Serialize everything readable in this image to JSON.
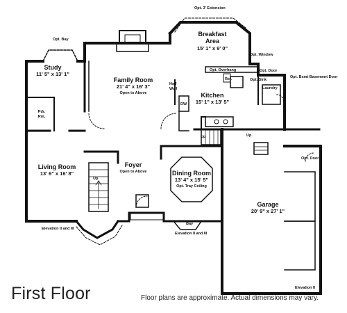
{
  "floor_title": "First Floor",
  "disclaimer": "Floor plans are approximate. Actual dimensions may vary.",
  "rooms": {
    "study": {
      "name": "Study",
      "dims": "11' 5\" x 13' 1\""
    },
    "family": {
      "name": "Family Room",
      "dims": "21' 4\" x 16' 3\"",
      "note": "Open to Above"
    },
    "breakfast": {
      "name_line1": "Breakfast",
      "name_line2": "Area",
      "dims": "15' 1\" x 9' 0\""
    },
    "kitchen": {
      "name": "Kitchen",
      "dims": "15' 1\" x 13' 5\""
    },
    "foyer": {
      "name": "Foyer",
      "note": "Open to Above"
    },
    "living": {
      "name": "Living Room",
      "dims": "13' 6\" x 16' 8\""
    },
    "dining": {
      "name": "Dining Room",
      "dims": "13' 4\" x 15' 5\"",
      "note": "Opt. Tray Ceiling"
    },
    "garage": {
      "name": "Garage",
      "dims": "20' 9\" x 27' 1\""
    }
  },
  "labels": {
    "opt_bay_study": "Opt. Bay",
    "opt_extension": "Opt. 3' Extension",
    "pdr_line1": "Pdr.",
    "pdr_line2": "Rm.",
    "half_wall_line1": "Half",
    "half_wall_line2": "Wall",
    "dw": "DW",
    "opt_overhang": "Opt. Overhang",
    "ref": "Ref.",
    "opt_door": "Opt. Door",
    "opt_window": "Opt. Window",
    "laundry": "Laundry",
    "opt_bsmt_door": "Opt. Bsmt Basement Door",
    "opt_sink": "Opt. Sink",
    "up": "Up",
    "bay": "Bay",
    "opt_door_garage": "Opt. Door",
    "elevation_left": "Elevation II and III",
    "elevation_center": "Elevation II and III",
    "elevation_garage": "Elevation II"
  }
}
